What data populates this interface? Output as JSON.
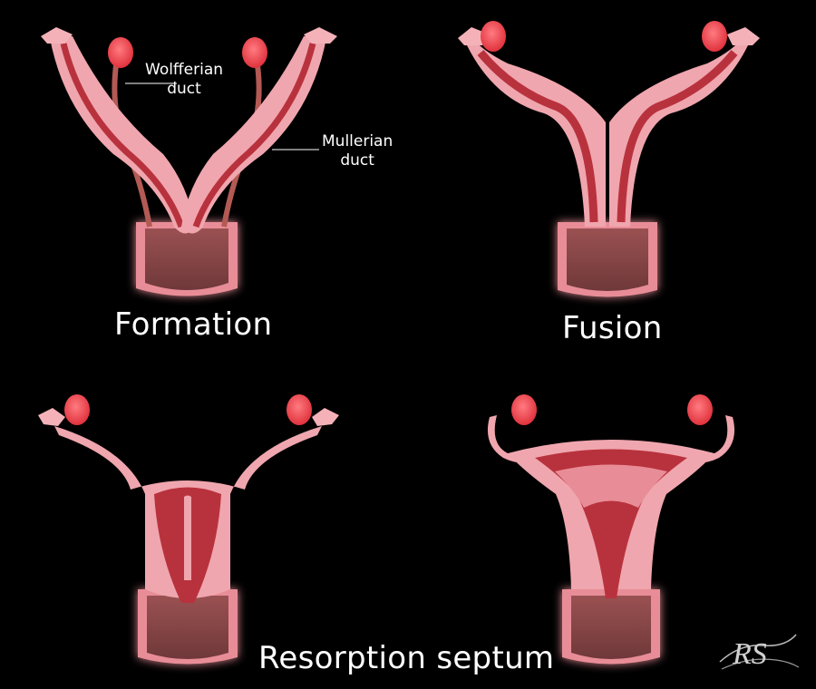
{
  "stages": {
    "formation": "Formation",
    "fusion": "Fusion",
    "resorption": "Resorption septum"
  },
  "annotations": {
    "wolfferian": [
      "Wolfferian",
      "duct"
    ],
    "mullerian": [
      "Mullerian",
      "duct"
    ]
  },
  "logo_text": "RS",
  "colors": {
    "background": "#000000",
    "tissue": "#f0a6ae",
    "tissue_light": "#f7c4c8",
    "lumen": "#b8323d",
    "cervix": "#8a4a4b",
    "ovary": "#ee4a52",
    "wolffian": "#b35a55",
    "glow": "#ff2a3a"
  }
}
